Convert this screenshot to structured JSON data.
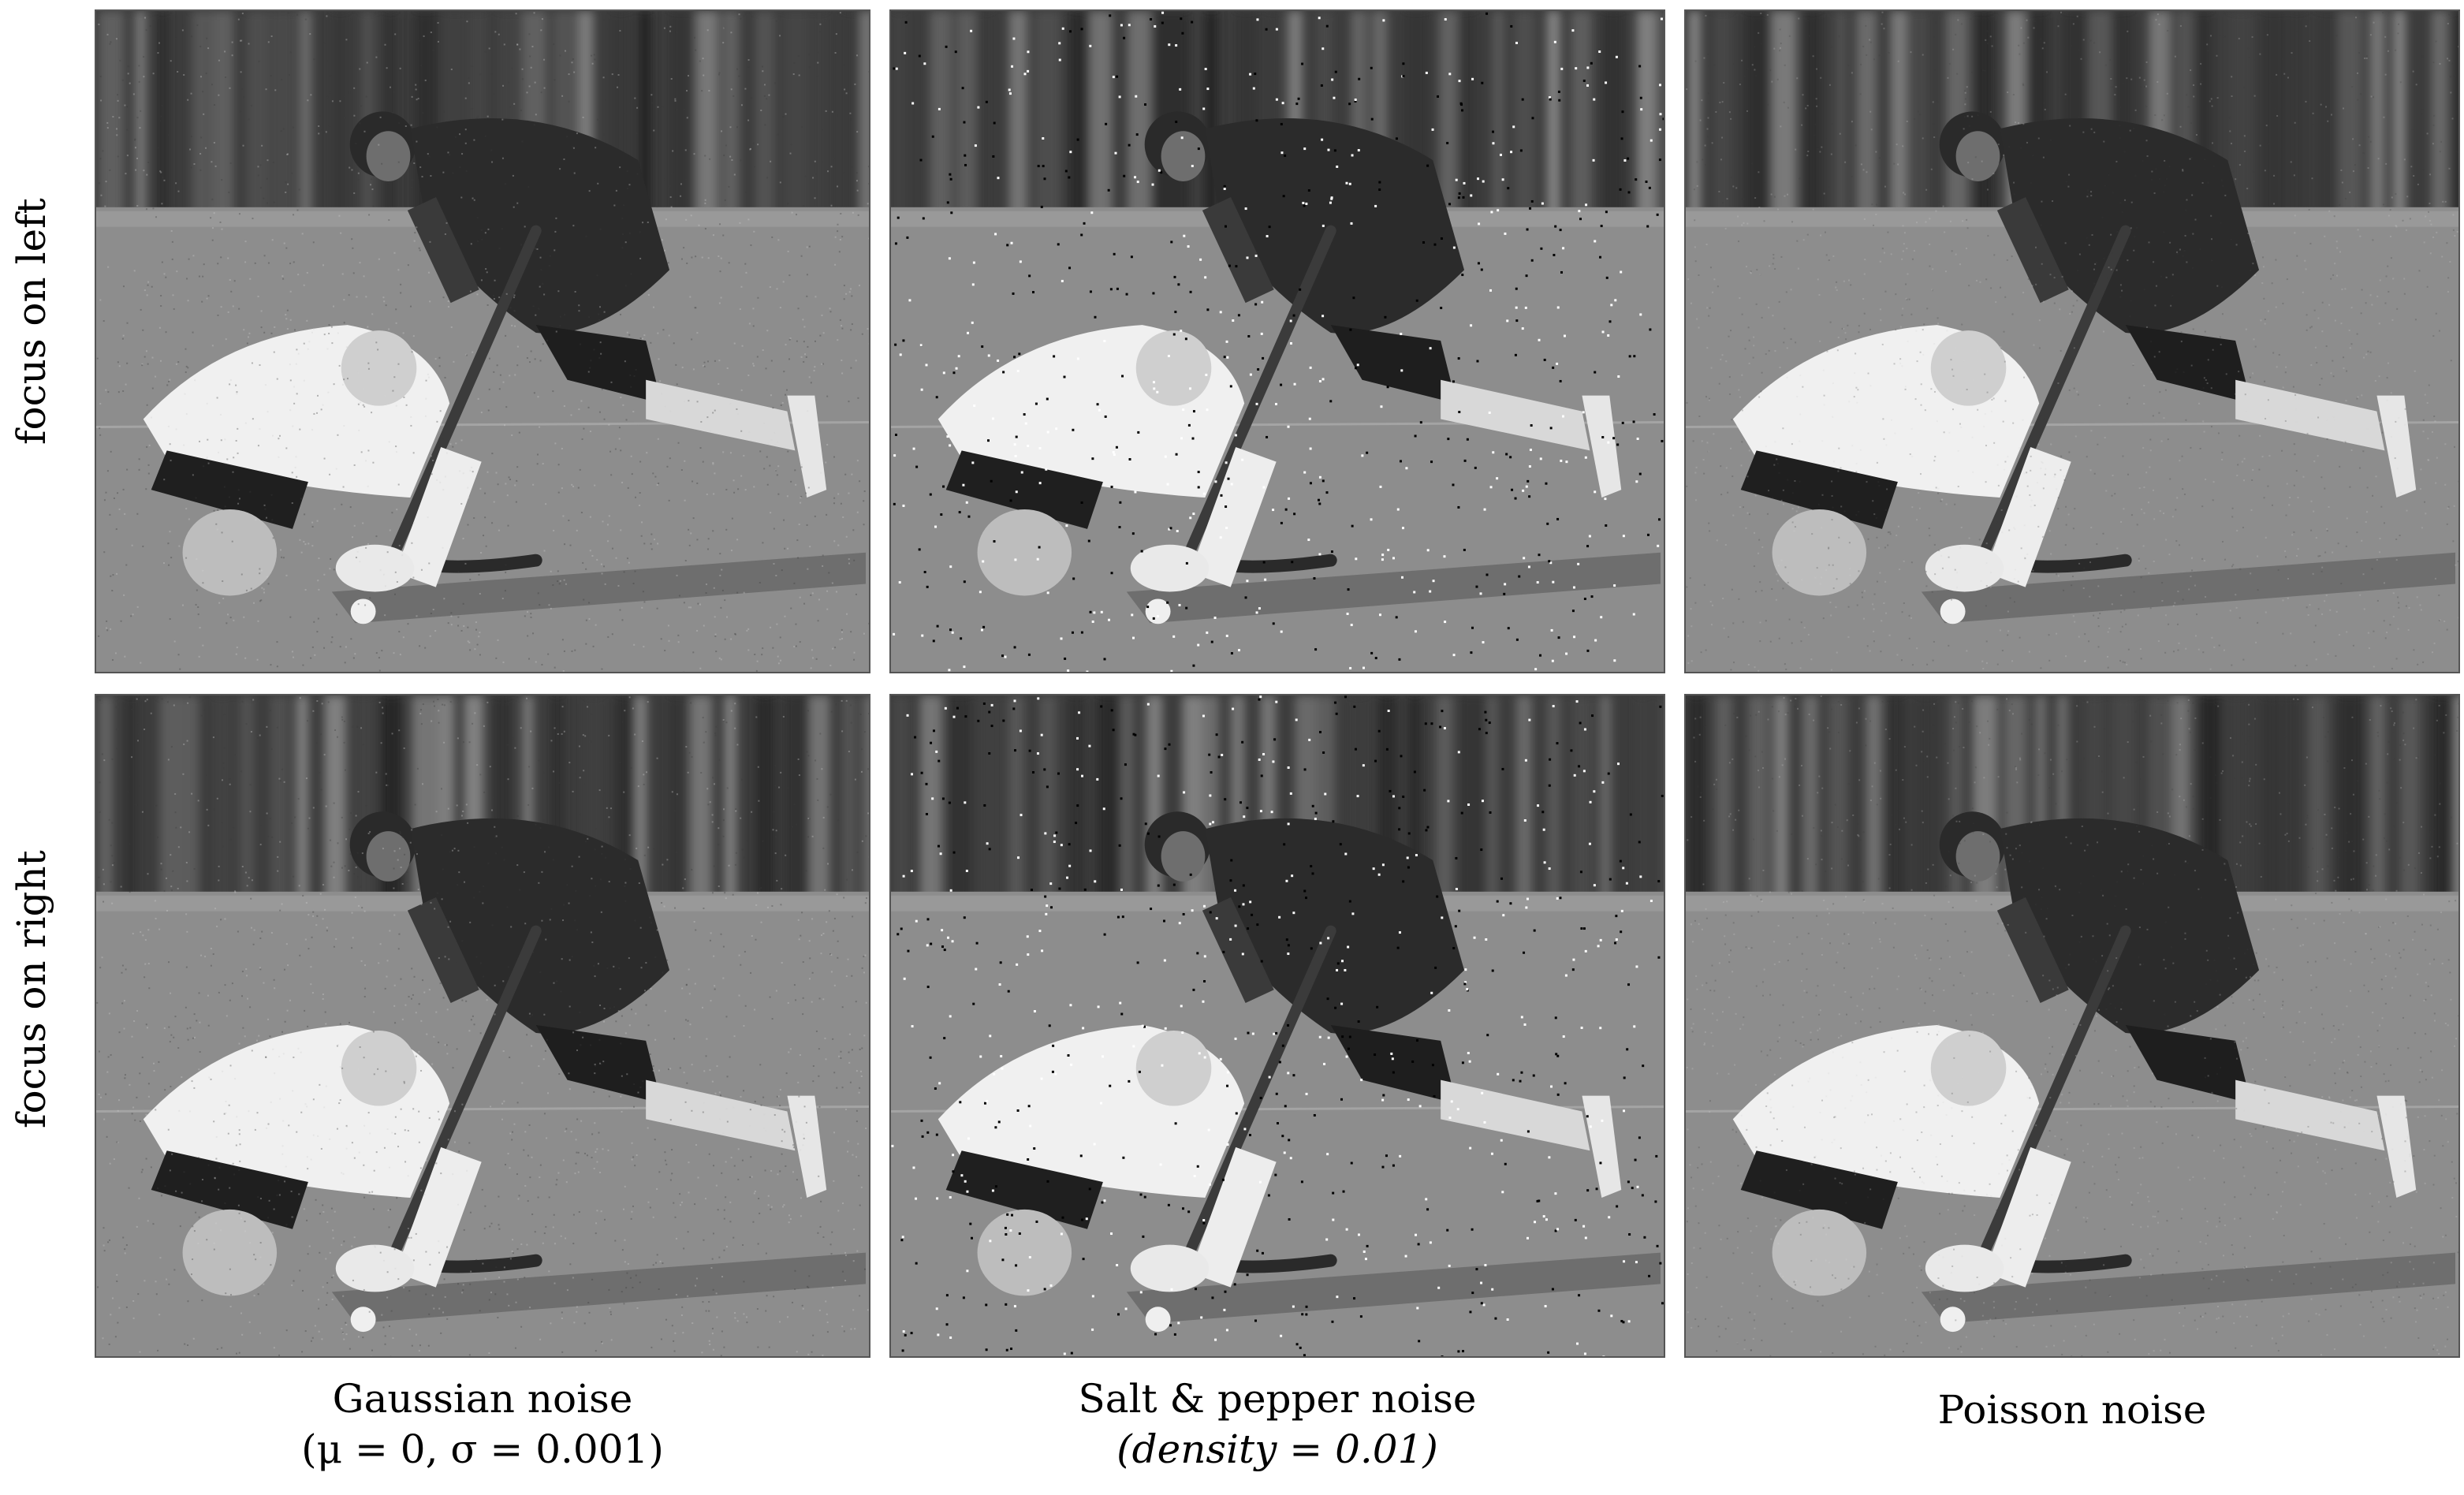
{
  "row_labels": {
    "top": "focus on left",
    "bottom": "focus on right"
  },
  "columns": [
    {
      "title": "Gaussian noise",
      "params": "(μ = 0, σ = 0.001)"
    },
    {
      "title": "Salt & pepper noise",
      "params": "(density = 0.01)"
    },
    {
      "title": "Poisson noise",
      "params": ""
    }
  ],
  "panels": [
    {
      "row": "focus on left",
      "column": "Gaussian noise"
    },
    {
      "row": "focus on left",
      "column": "Salt & pepper noise"
    },
    {
      "row": "focus on left",
      "column": "Poisson noise"
    },
    {
      "row": "focus on right",
      "column": "Gaussian noise"
    },
    {
      "row": "focus on right",
      "column": "Salt & pepper noise"
    },
    {
      "row": "focus on right",
      "column": "Poisson noise"
    }
  ]
}
